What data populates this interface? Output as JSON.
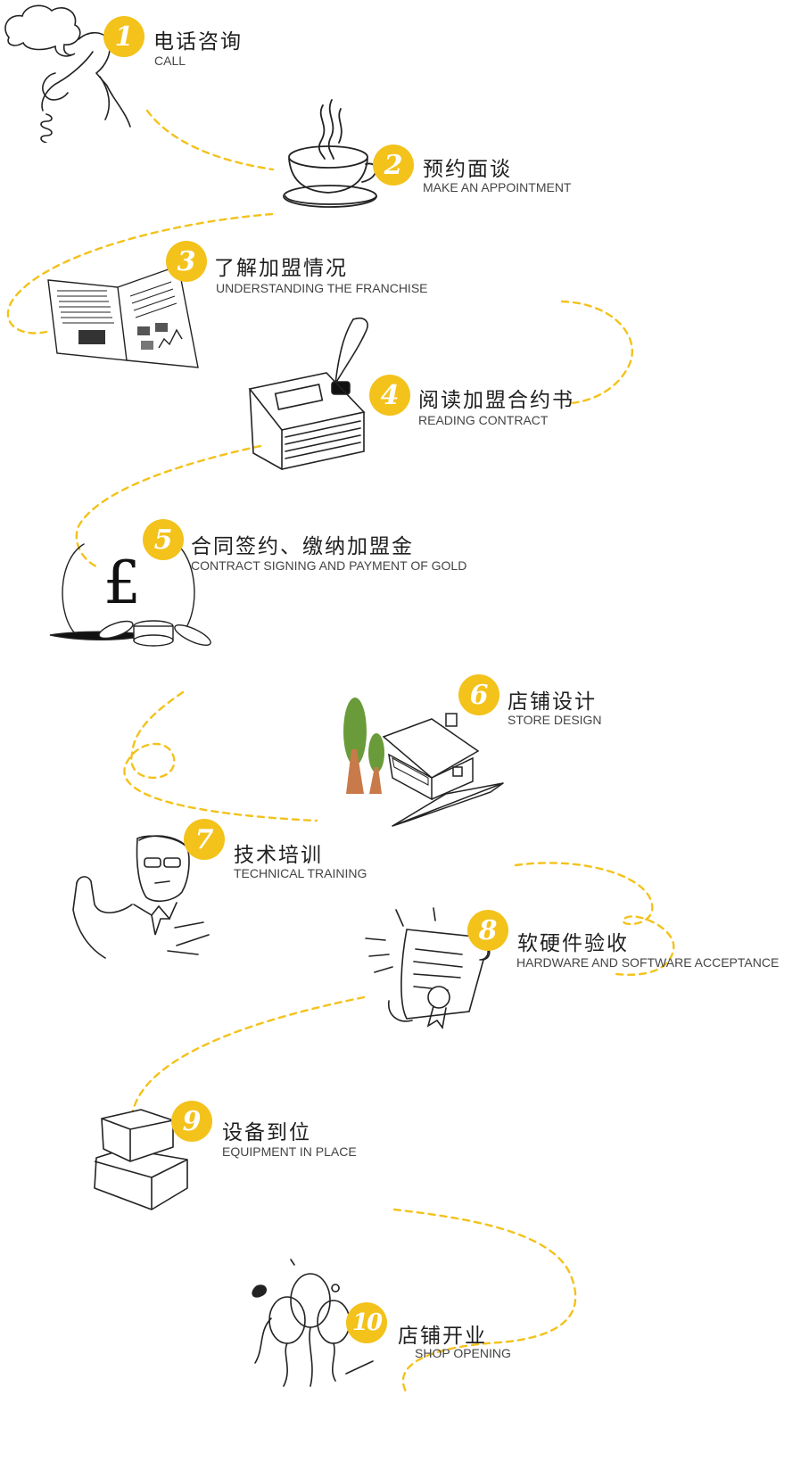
{
  "accent_color": "#f3c21b",
  "steps": [
    {
      "number": "1",
      "title": "电话咨询",
      "subtitle": "CALL",
      "icon": "telephone-icon"
    },
    {
      "number": "2",
      "title": "预约面谈",
      "subtitle": "MAKE AN APPOINTMENT",
      "icon": "coffee-cup-icon"
    },
    {
      "number": "3",
      "title": "了解加盟情况",
      "subtitle": "UNDERSTANDING THE FRANCHISE",
      "icon": "newspaper-icon"
    },
    {
      "number": "4",
      "title": "阅读加盟合约书",
      "subtitle": "READING CONTRACT",
      "icon": "book-quill-icon"
    },
    {
      "number": "5",
      "title": "合同签约、缴纳加盟金",
      "subtitle": "CONTRACT SIGNING AND PAYMENT OF GOLD",
      "icon": "money-bag-icon"
    },
    {
      "number": "6",
      "title": "店铺设计",
      "subtitle": "STORE DESIGN",
      "icon": "house-design-icon"
    },
    {
      "number": "7",
      "title": "技术培训",
      "subtitle": "TECHNICAL TRAINING",
      "icon": "trainer-icon"
    },
    {
      "number": "8",
      "title": "软硬件验收",
      "subtitle": "HARDWARE AND SOFTWARE ACCEPTANCE",
      "icon": "certificate-icon"
    },
    {
      "number": "9",
      "title": "设备到位",
      "subtitle": "EQUIPMENT IN PLACE",
      "icon": "boxes-icon"
    },
    {
      "number": "10",
      "title": "店铺开业",
      "subtitle": "SHOP OPENING",
      "icon": "balloons-icon"
    }
  ]
}
